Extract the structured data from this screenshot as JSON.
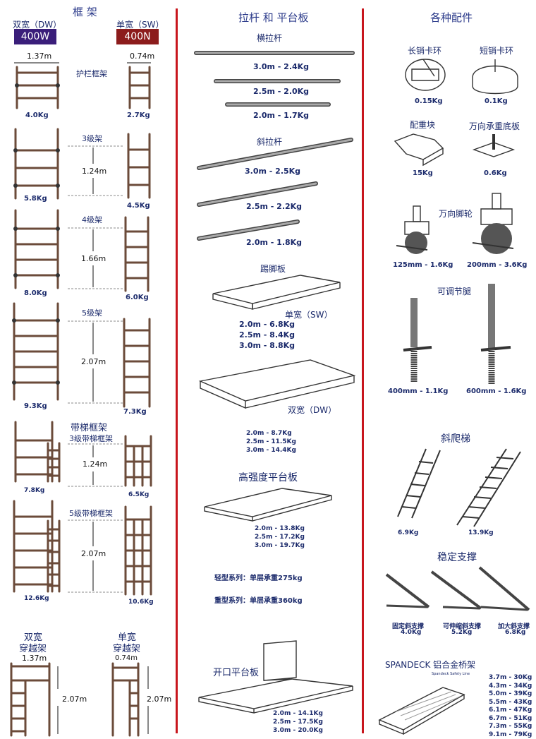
{
  "col1": {
    "title": "框 架",
    "dw_label": "双宽（DW）",
    "sw_label": "单宽（SW）",
    "dw_badge": "400W",
    "sw_badge": "400N",
    "dw_width": "1.37m",
    "sw_width": "0.74m",
    "guard_label": "护栏框架",
    "guard_dw_kg": "4.0Kg",
    "guard_sw_kg": "2.7Kg",
    "l3_label": "3级架",
    "l3_height": "1.24m",
    "l3_dw_kg": "5.8Kg",
    "l3_sw_kg": "4.5Kg",
    "l4_label": "4级架",
    "l4_height": "1.66m",
    "l4_dw_kg": "8.0Kg",
    "l4_sw_kg": "6.0Kg",
    "l5_label": "5级架",
    "l5_height": "2.07m",
    "l5_dw_kg": "9.3Kg",
    "l5_sw_kg": "7.3Kg",
    "ladder_title": "带梯框架",
    "ladder3_label": "3级带梯框架",
    "ladder3_height": "1.24m",
    "ladder3_dw_kg": "7.8Kg",
    "ladder3_sw_kg": "6.5Kg",
    "ladder5_label": "5级带梯框架",
    "ladder5_height": "2.07m",
    "ladder5_dw_kg": "12.6Kg",
    "ladder5_sw_kg": "10.6Kg",
    "walk_dw_line1": "双宽",
    "walk_dw_line2": "穿越架",
    "walk_sw_line1": "单宽",
    "walk_sw_line2": "穿越架",
    "walk_dw_width": "1.37m",
    "walk_sw_width": "0.74m",
    "walk_dw_height": "2.07m",
    "walk_sw_height": "2.07m"
  },
  "col2": {
    "title": "拉杆 和 平台板",
    "horizontal_title": "横拉杆",
    "h1": "3.0m - 2.4Kg",
    "h2": "2.5m - 2.0Kg",
    "h3": "2.0m - 1.7Kg",
    "diagonal_title": "斜拉杆",
    "d1": "3.0m - 2.5Kg",
    "d2": "2.5m - 2.2Kg",
    "d3": "2.0m - 1.8Kg",
    "toe_title": "踢脚板",
    "toe_sw": "单宽（SW）",
    "toe1": "2.0m - 6.8Kg",
    "toe2": "2.5m - 8.4Kg",
    "toe3": "3.0m - 8.8Kg",
    "toe_dw": "双宽（DW）",
    "toedw1": "2.0m - 8.7Kg",
    "toedw2": "2.5m - 11.5Kg",
    "toedw3": "3.0m - 14.4Kg",
    "platform_title": "高强度平台板",
    "p1": "2.0m - 13.8Kg",
    "p2": "2.5m - 17.2Kg",
    "p3": "3.0m - 19.7Kg",
    "light": "轻型系列：单层承重275kg",
    "heavy": "重型系列：单层承重360kg",
    "trap_title": "开口平台板",
    "t1": "2.0m - 14.1Kg",
    "t2": "2.5m - 17.5Kg",
    "t3": "3.0m - 20.0Kg"
  },
  "col3": {
    "title": "各种配件",
    "long_clip": "长销卡环",
    "short_clip": "短销卡环",
    "long_clip_kg": "0.15Kg",
    "short_clip_kg": "0.1Kg",
    "weight_block": "配重块",
    "base_plate": "万向承重底板",
    "weight_block_kg": "15Kg",
    "base_plate_kg": "0.6Kg",
    "castor": "万向脚轮",
    "castor1": "125mm - 1.6Kg",
    "castor2": "200mm - 3.6Kg",
    "leg": "可调节腿",
    "leg1": "400mm - 1.1Kg",
    "leg2": "600mm - 1.6Kg",
    "stair": "斜爬梯",
    "stair1": "6.9Kg",
    "stair2": "13.9Kg",
    "stab": "稳定支撑",
    "stab1_name": "固定斜支撑",
    "stab1_kg": "4.0Kg",
    "stab2_name": "可伸缩斜支撑",
    "stab2_kg": "5.2Kg",
    "stab3_name": "加大斜支撑",
    "stab3_kg": "6.8Kg",
    "spandeck": "SPANDECK 铝合金桥架",
    "spandeck_tag": "Spandeck Safety Line",
    "spans": [
      "3.7m - 30Kg",
      "4.3m - 34Kg",
      "5.0m - 39Kg",
      "5.5m - 43Kg",
      "6.1m - 47Kg",
      "6.7m - 51Kg",
      "7.3m - 55Kg",
      "9.1m - 79Kg"
    ]
  },
  "colors": {
    "divider": "#c8161d",
    "dw_badge": "#3a1e7a",
    "sw_badge": "#8c1c1c",
    "text": "#1b2a6b"
  }
}
